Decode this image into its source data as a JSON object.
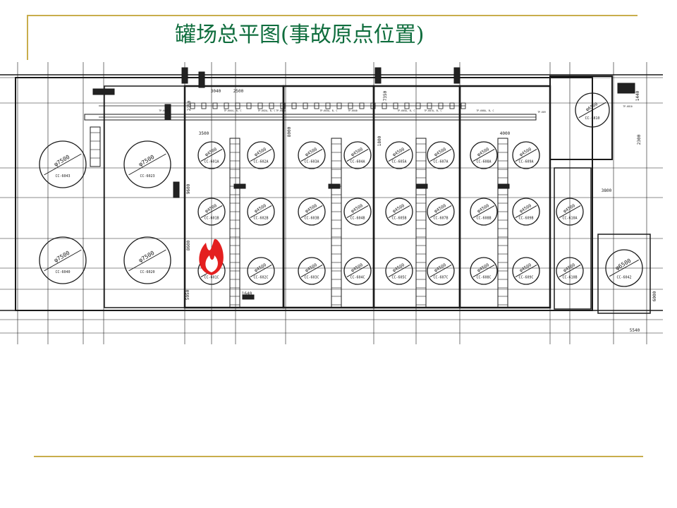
{
  "slide": {
    "title": "罐场总平图(事故原点位置)"
  },
  "colors": {
    "title": "#0f6d3d",
    "rule": "#c9ad4c",
    "ink": "#1a1a1a",
    "fire_outer": "#e41f1f",
    "fire_inner": "#ffffff"
  },
  "drawing": {
    "small_tanks": [
      {
        "dim": "φ4500",
        "tag": "CC-601A"
      },
      {
        "dim": "φ4500",
        "tag": "CC-602A"
      },
      {
        "dim": "φ4500",
        "tag": "CC-603A"
      },
      {
        "dim": "φ4500",
        "tag": "CC-604A"
      },
      {
        "dim": "φ4500",
        "tag": "CC-605A"
      },
      {
        "dim": "φ4500",
        "tag": "CC-607A"
      },
      {
        "dim": "φ4500",
        "tag": "CC-608A"
      },
      {
        "dim": "φ4500",
        "tag": "CC-609A"
      },
      {
        "dim": "φ4500",
        "tag": "CC-601B"
      },
      {
        "dim": "φ4500",
        "tag": "CC-602B"
      },
      {
        "dim": "φ4500",
        "tag": "CC-603B"
      },
      {
        "dim": "φ4500",
        "tag": "CC-604B"
      },
      {
        "dim": "φ4500",
        "tag": "CC-605B"
      },
      {
        "dim": "φ4500",
        "tag": "CC-607B"
      },
      {
        "dim": "φ4500",
        "tag": "CC-608B"
      },
      {
        "dim": "φ4500",
        "tag": "CC-609B"
      },
      {
        "dim": "φ4500",
        "tag": "CC-601C"
      },
      {
        "dim": "φ4500",
        "tag": "CC-602C"
      },
      {
        "dim": "φ4500",
        "tag": "CC-603C"
      },
      {
        "dim": "φ4500",
        "tag": "CC-604C"
      },
      {
        "dim": "φ4500",
        "tag": "CC-605C"
      },
      {
        "dim": "φ4500",
        "tag": "CC-607C"
      },
      {
        "dim": "φ4500",
        "tag": "CC-608C"
      },
      {
        "dim": "φ4500",
        "tag": "CC-609C"
      },
      {
        "dim": "φ4500",
        "tag": "CC-610A"
      },
      {
        "dim": "φ4500",
        "tag": "CC-610B"
      }
    ],
    "large_tanks": [
      {
        "dim": "φ7500",
        "tag": "CC-6043"
      },
      {
        "dim": "φ7500",
        "tag": "CC-6023"
      },
      {
        "dim": "φ7500",
        "tag": "CC-6040"
      },
      {
        "dim": "φ7500",
        "tag": "CC-6020"
      },
      {
        "dim": "φ6500",
        "tag": "CC-6810"
      },
      {
        "dim": "φ6500",
        "tag": "CC-6042"
      }
    ],
    "dimensions": [
      "3040",
      "2500",
      "2150",
      "3500",
      "8000",
      "7350",
      "1800",
      "4000",
      "9600",
      "8600",
      "5950",
      "1640",
      "3800",
      "1440",
      "2300",
      "6000",
      "5540"
    ],
    "pipe_labels": [
      "TP-6043",
      "TP-6044, B, C",
      "TP-602A, B, C",
      "TP-6020",
      "TP-603A, B, C",
      "TP-6040",
      "TP-605A, B, C",
      "TP-607A, B, C",
      "TP-608A, B, C",
      "TP-609",
      "TP-6810"
    ]
  }
}
